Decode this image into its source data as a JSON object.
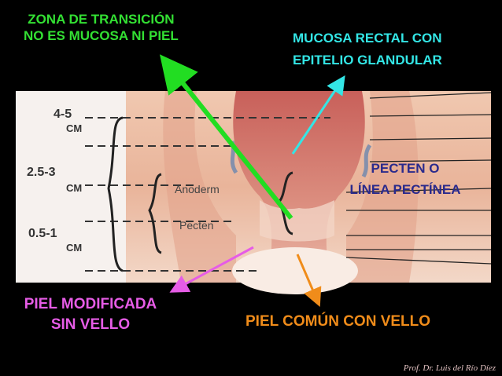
{
  "labels": {
    "zona": [
      "ZONA DE TRANSICIÓN",
      "NO ES MUCOSA NI PIEL"
    ],
    "mucosa": [
      "MUCOSA RECTAL CON",
      "EPITELIO GLANDULAR"
    ],
    "pecten": [
      "PECTEN O",
      "LÍNEA PECTÍNEA"
    ],
    "piel_modificada": [
      "PIEL MODIFICADA",
      "SIN VELLO"
    ],
    "piel_comun": "PIEL COMÚN CON VELLO"
  },
  "diagram": {
    "measure_labels": [
      "4-5",
      "CM",
      "2.5-3",
      "CM",
      "0.5-1",
      "CM"
    ],
    "region_labels": [
      "Anoderm",
      "Pecten"
    ]
  },
  "credit": "Prof. Dr. Luis del Río Díez",
  "colors": {
    "zona": "#33e033",
    "mucosa": "#33e6e6",
    "pecten": "#2a2a8c",
    "piel_modificada": "#e65ce6",
    "piel_comun": "#f08c1a"
  }
}
